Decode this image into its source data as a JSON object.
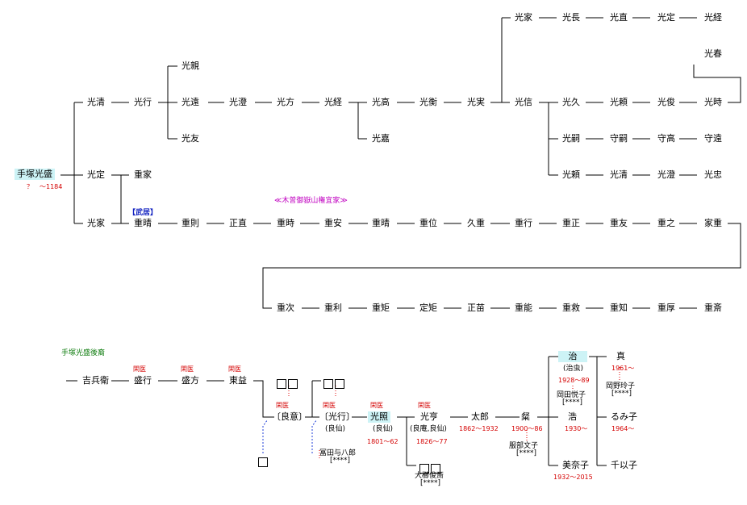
{
  "root": {
    "name": "手塚光盛",
    "dates": "？　～1184"
  },
  "row1": [
    "光清",
    "光行",
    "光遠",
    "光澄",
    "光方",
    "光経",
    "光高",
    "光衡",
    "光実",
    "光信",
    "光久",
    "光頼",
    "光俊",
    "光時"
  ],
  "row1_top": [
    "光家",
    "光長",
    "光直",
    "光定",
    "光経"
  ],
  "row1_side": {
    "upper": "光親",
    "lower": "光友",
    "kaa": "光嘉",
    "haru": "光春"
  },
  "row1_b": [
    "光嗣",
    "守嗣",
    "守高",
    "守遠"
  ],
  "row1_c": [
    "光頼",
    "光清",
    "光澄",
    "光忠"
  ],
  "row2": {
    "name": "光定",
    "child": "重家"
  },
  "row3": {
    "label_blue": "【武居】",
    "label_mag": "≪木曽御嶽山権宜家≫",
    "names": [
      "光家",
      "重晴",
      "重則",
      "正直",
      "重時",
      "重安",
      "重晴",
      "重位",
      "久重",
      "重行",
      "重正",
      "重友",
      "重之",
      "家重"
    ]
  },
  "row4": [
    "重次",
    "重利",
    "重矩",
    "定矩",
    "正苗",
    "重能",
    "重救",
    "重知",
    "重厚",
    "重斎"
  ],
  "desc": {
    "title": "手塚光盛後裔",
    "tag": "閑医",
    "chain": [
      "吉兵衛",
      "盛行",
      "盛方",
      "東益"
    ],
    "ryoi": "〔良意〕",
    "koko": "〔光行〕",
    "koko_sub": "(良仙)",
    "tomita": "冨田与八郎",
    "stars": "[****]",
    "kosho": "光照",
    "kosho_sub": "(良仙)",
    "kosho_dates": "1801～62",
    "koko2": "光亨",
    "koko2_sub": "(良庵,良仙)",
    "koko2_dates": "1826～77",
    "ogushi": "大櫛俊斎",
    "taro": "太郎",
    "taro_dates": "1862～1932",
    "gyo": "粲",
    "gyo_dates": "1900～86",
    "hattori": "服部文子",
    "osamu": "治",
    "osamu_sub": "(治虫)",
    "osamu_dates": "1928～89",
    "okada": "岡田悦子",
    "hiroshi": "浩",
    "hiroshi_dates": "1930～",
    "minako": "美奈子",
    "minako_dates": "1932～2015",
    "makoto": "真",
    "makoto_dates": "1961～",
    "okano": "岡野玲子",
    "rumiko": "るみ子",
    "rumiko_dates": "1964～",
    "chiiko": "千以子"
  }
}
